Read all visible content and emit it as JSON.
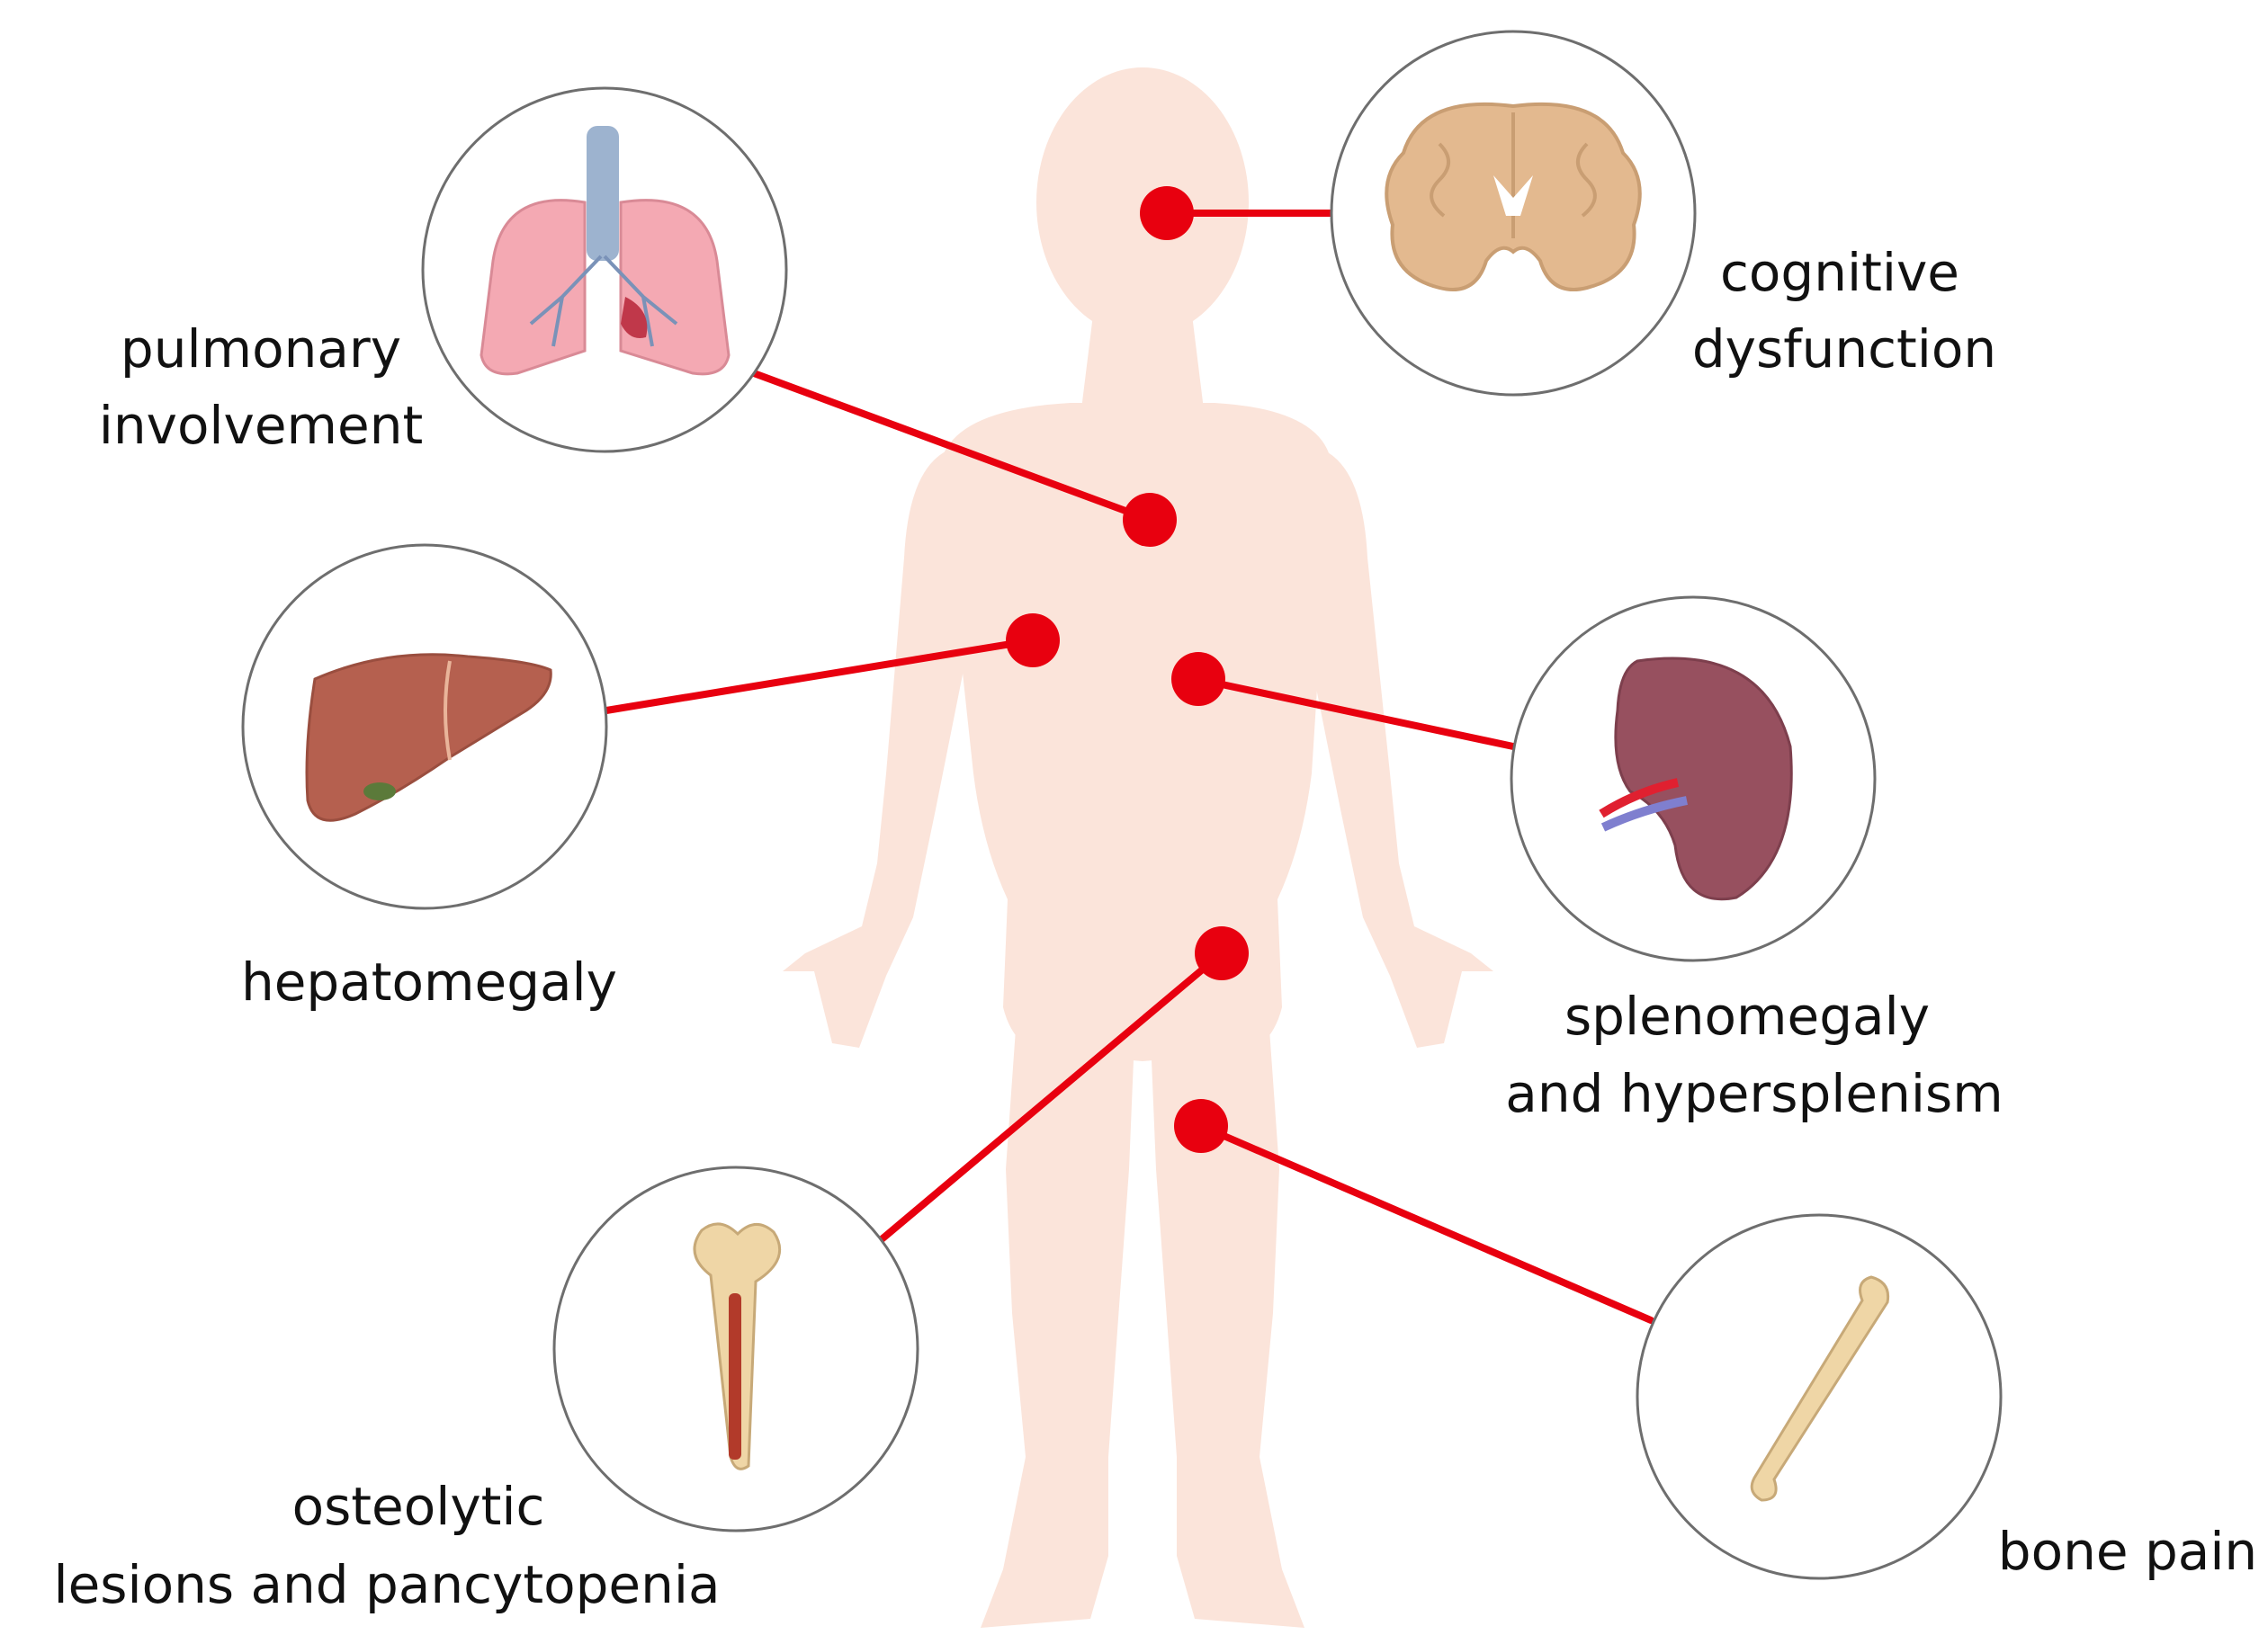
{
  "labels": {
    "pulmonary_line1": "pulmonary",
    "pulmonary_line2": "involvement",
    "cognitive_line1": "cognitive",
    "cognitive_line2": "dysfunction",
    "hepatomegaly": "hepatomegaly",
    "splenomegaly_line1": "splenomegaly",
    "splenomegaly_line2": "and hypersplenism",
    "osteolytic_line1": "osteolytic",
    "osteolytic_line2": "lesions and pancytopenia",
    "bone_pain": "bone pain"
  },
  "colors": {
    "silhouette": "#fbe4da",
    "connector": "#e8000f",
    "circle_stroke": "#6e6e6e",
    "lung": "#f4a9b3",
    "trachea": "#9db3cf",
    "brain": "#e3b98f",
    "liver": "#b5604f",
    "spleen": "#97505f",
    "bone": "#efd6a6"
  },
  "icons": {
    "lungs": "lungs-icon",
    "brain": "brain-icon",
    "liver": "liver-icon",
    "spleen": "spleen-icon",
    "femur": "femur-icon",
    "bone": "long-bone-icon"
  }
}
